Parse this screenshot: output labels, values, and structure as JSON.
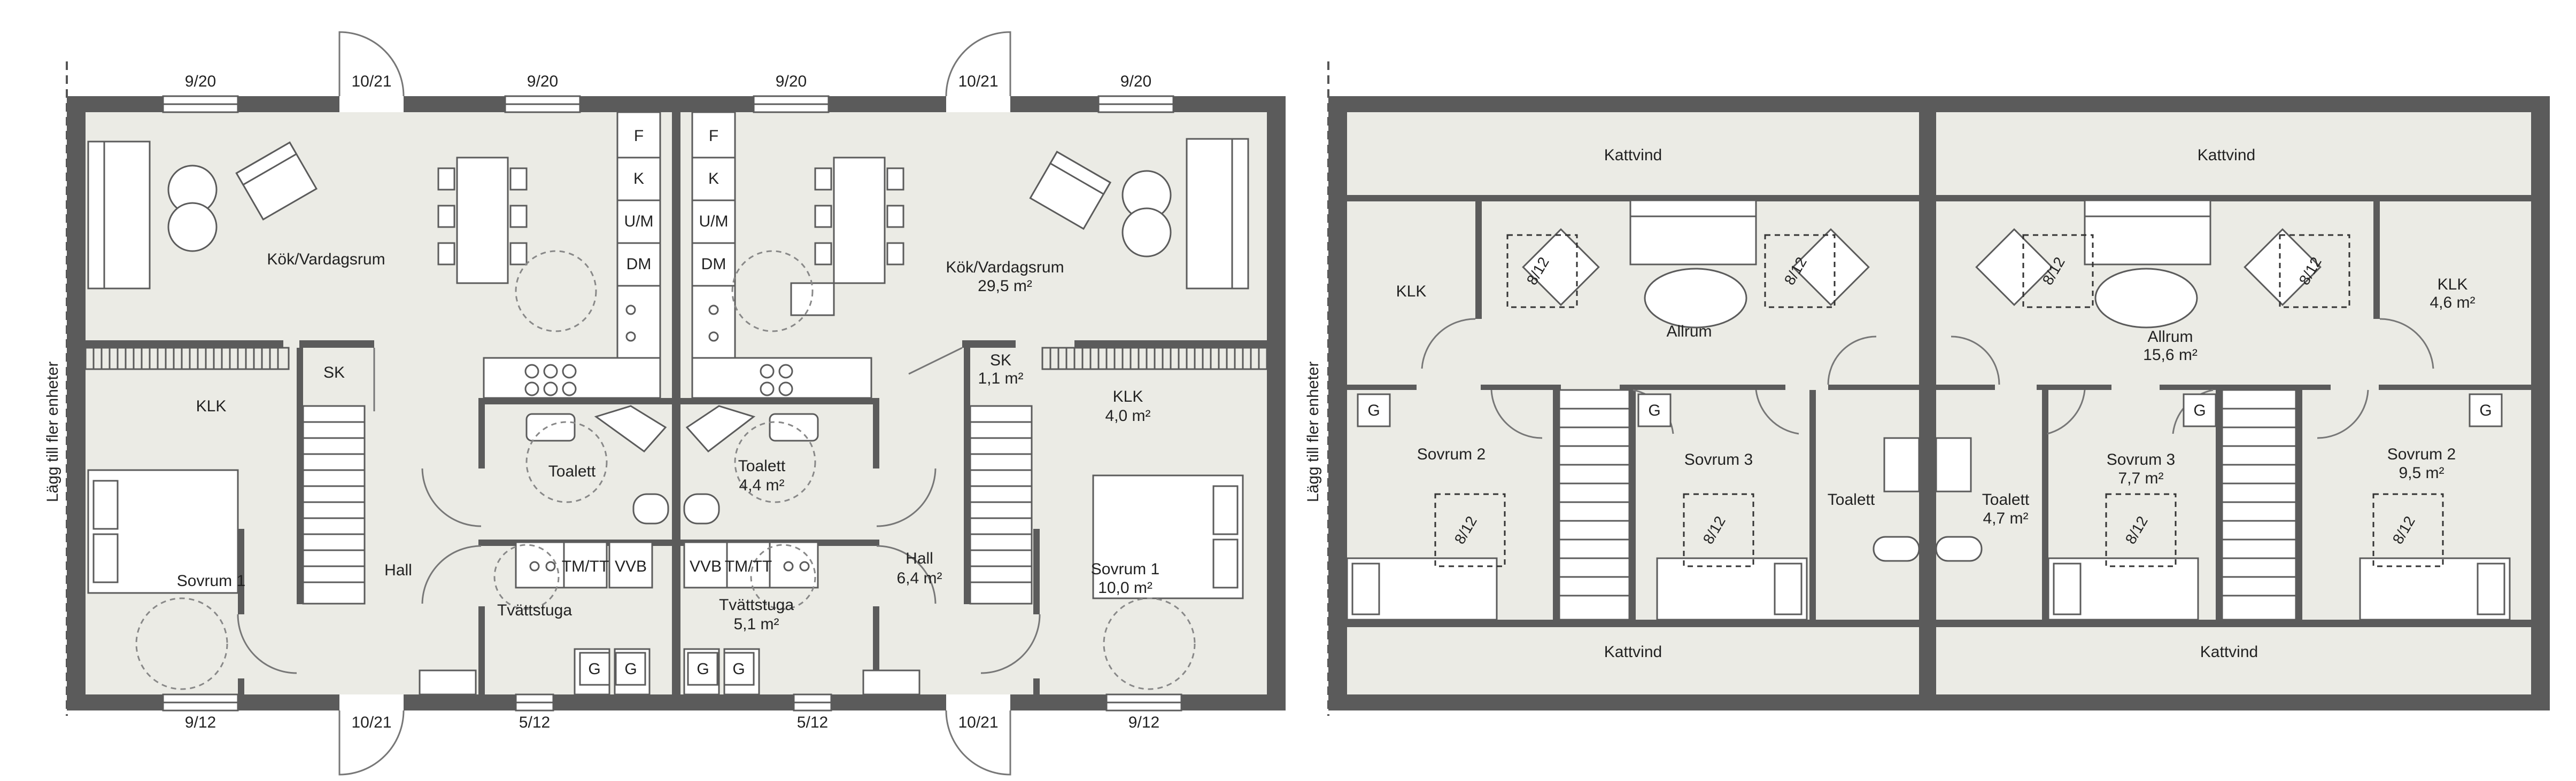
{
  "side_labels": [
    "Lägg till fler enheter",
    "Lägg till fler enheter"
  ],
  "ground_floor": {
    "windows_top": [
      "9/20",
      "9/20",
      "9/20",
      "9/20"
    ],
    "doors_top": [
      "10/21",
      "10/21"
    ],
    "windows_bottom": [
      "9/12",
      "5/12",
      "5/12",
      "9/12"
    ],
    "doors_bottom": [
      "10/21",
      "10/21"
    ],
    "rooms": {
      "kok_left": "Kök/Vardagsrum",
      "kok_right": "Kök/Vardagsrum",
      "kok_right_area": "29,5 m²",
      "klk_left": "KLK",
      "klk_right": "KLK",
      "klk_right_area": "4,0 m²",
      "sk_left": "SK",
      "sk_right": "SK",
      "sk_right_area": "1,1 m²",
      "sovrum_left": "Sovrum 1",
      "sovrum_right": "Sovrum 1",
      "sovrum_right_area": "10,0 m²",
      "hall_left": "Hall",
      "hall_right": "Hall",
      "hall_right_area": "6,4 m²",
      "toalett_left": "Toalett",
      "toalett_right": "Toalett",
      "toalett_right_area": "4,4 m²",
      "tvatt_left": "Tvättstuga",
      "tvatt_right": "Tvättstuga",
      "tvatt_right_area": "5,1 m²"
    },
    "appliances": [
      "F",
      "K",
      "U/M",
      "DM"
    ],
    "laundry": [
      "TM/TT",
      "VVB"
    ],
    "g": "G"
  },
  "upper_floor": {
    "rooms": {
      "kattvind_tl": "Kattvind",
      "kattvind_tr": "Kattvind",
      "kattvind_bl": "Kattvind",
      "kattvind_br": "Kattvind",
      "klk_left": "KLK",
      "klk_right": "KLK",
      "klk_right_area": "4,6 m²",
      "allrum_left": "Allrum",
      "allrum_right": "Allrum",
      "allrum_right_area": "15,6 m²",
      "sovrum2_left": "Sovrum 2",
      "sovrum2_right": "Sovrum 2",
      "sovrum2_right_area": "9,5 m²",
      "sovrum3_left": "Sovrum 3",
      "sovrum3_right": "Sovrum 3",
      "sovrum3_right_area": "7,7 m²",
      "toalett_left": "Toalett",
      "toalett_right": "Toalett",
      "toalett_right_area": "4,7 m²"
    },
    "skylight": "8/12",
    "g": "G"
  }
}
